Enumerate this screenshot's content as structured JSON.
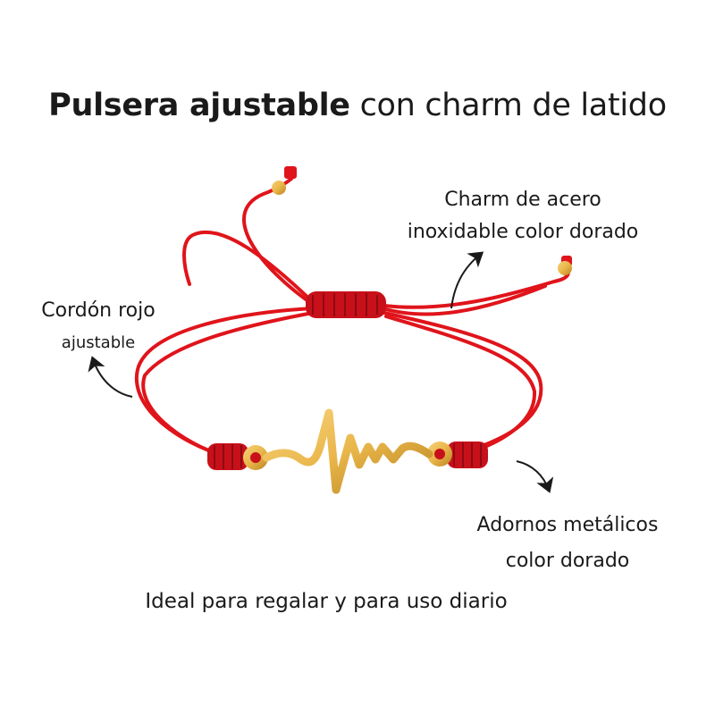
{
  "title": {
    "bold": "Pulsera ajustable",
    "light": "con charm de latido"
  },
  "labels": {
    "charm": [
      "Charm de acero",
      "inoxidable color dorado"
    ],
    "cord": [
      "Cordón rojo",
      "ajustable"
    ],
    "adornments": [
      "Adornos metálicos",
      "color dorado"
    ]
  },
  "footer": "Ideal para regalar y para uso diario",
  "colors": {
    "cord": "#e0141b",
    "knot": "#c8101a",
    "gold": "#e9b64a",
    "gold_dark": "#b98420",
    "arrow": "#1a1a1a"
  },
  "icons": [
    "bracelet-photo",
    "heartbeat-charm",
    "arrow-icon"
  ]
}
